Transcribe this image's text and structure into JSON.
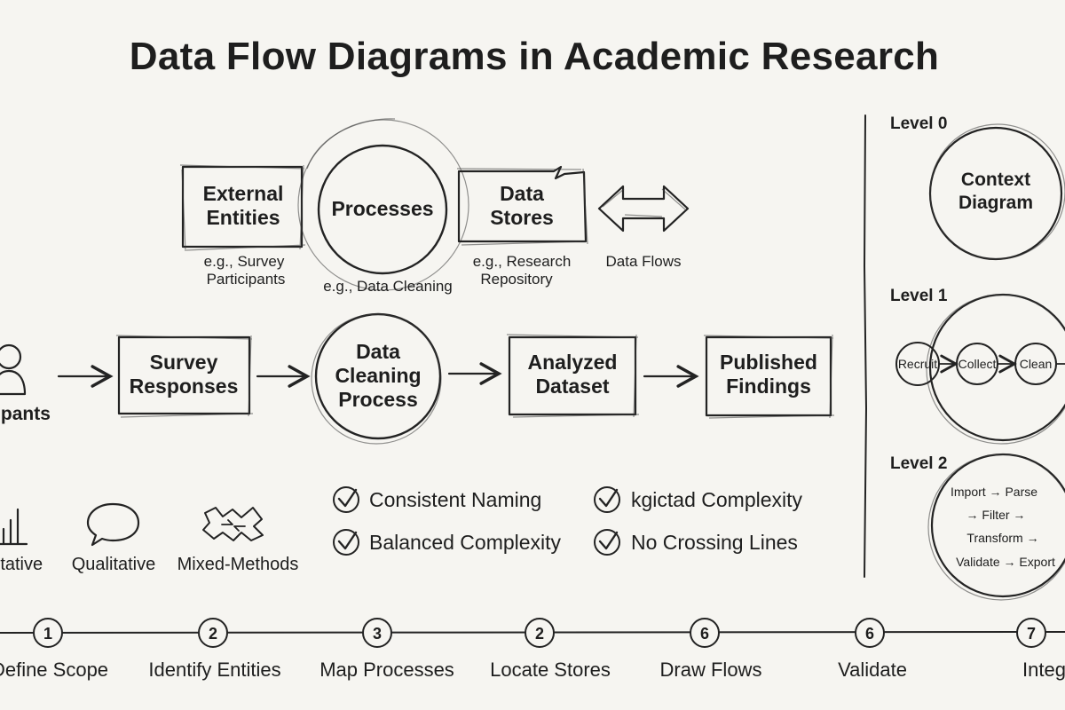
{
  "title": "Data Flow Diagrams in Academic Research",
  "components": {
    "external_entities": {
      "line1": "External",
      "line2": "Entities",
      "caption1": "e.g., Survey",
      "caption2": "Participants"
    },
    "processes": {
      "label": "Processes",
      "caption": "e.g., Data Cleaning"
    },
    "data_stores": {
      "line1": "Data",
      "line2": "Stores",
      "caption1": "e.g., Research",
      "caption2": "Repository"
    },
    "data_flows": {
      "caption": "Data Flows"
    }
  },
  "flow": {
    "participants": "ipants",
    "survey": {
      "line1": "Survey",
      "line2": "Responses"
    },
    "cleaning": {
      "line1": "Data",
      "line2": "Cleaning",
      "line3": "Process"
    },
    "analyzed": {
      "line1": "Analyzed",
      "line2": "Dataset"
    },
    "published": {
      "line1": "Published",
      "line2": "Findings"
    }
  },
  "methods": {
    "quantitative": "itative",
    "qualitative": "Qualitative",
    "mixed": "Mixed-Methods"
  },
  "checklist": [
    "Consistent Naming",
    "kgictad Complexity",
    "Balanced Complexity",
    "No Crossing Lines"
  ],
  "levels": {
    "level0": {
      "label": "Level 0",
      "line1": "Context",
      "line2": "Diagram"
    },
    "level1": {
      "label": "Level 1",
      "nodes": [
        "Recruit",
        "Collect",
        "Clean"
      ]
    },
    "level2": {
      "label": "Level 2",
      "lines": [
        "Import → Parse",
        "→ Filter →",
        "Transform →",
        "Validate → Export"
      ]
    }
  },
  "steps": [
    {
      "num": "1",
      "label": "Define Scope"
    },
    {
      "num": "2",
      "label": "Identify Entities"
    },
    {
      "num": "3",
      "label": "Map Processes"
    },
    {
      "num": "2",
      "label": "Locate Stores"
    },
    {
      "num": "6",
      "label": "Draw Flows"
    },
    {
      "num": "6",
      "label": "Validate"
    },
    {
      "num": "7",
      "label": "Integrate"
    }
  ]
}
